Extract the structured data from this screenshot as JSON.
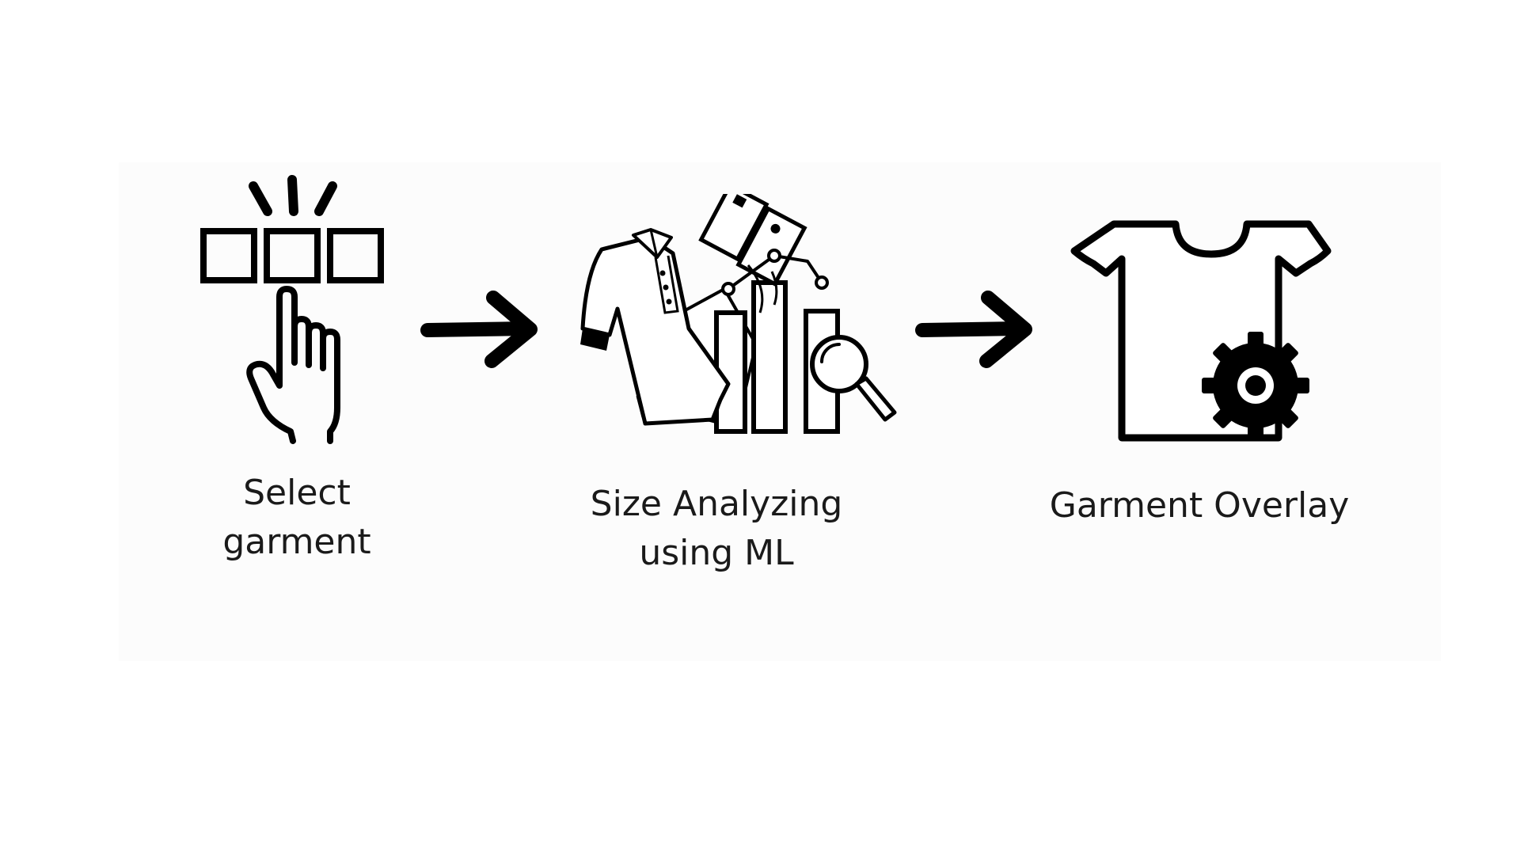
{
  "steps": [
    {
      "icon": "select-garment-hand-icon",
      "label_lines": [
        "Select",
        "garment"
      ]
    },
    {
      "icon": "size-analysis-chart-icon",
      "label_lines": [
        "Size Analyzing",
        "using ML"
      ]
    },
    {
      "icon": "tshirt-gear-icon",
      "label_lines": [
        "Garment Overlay"
      ]
    }
  ],
  "connectors": [
    {
      "icon": "arrow-right-icon"
    },
    {
      "icon": "arrow-right-icon"
    }
  ],
  "colors": {
    "ink": "#000000",
    "text": "#1a1a1a",
    "background": "#ffffff"
  }
}
